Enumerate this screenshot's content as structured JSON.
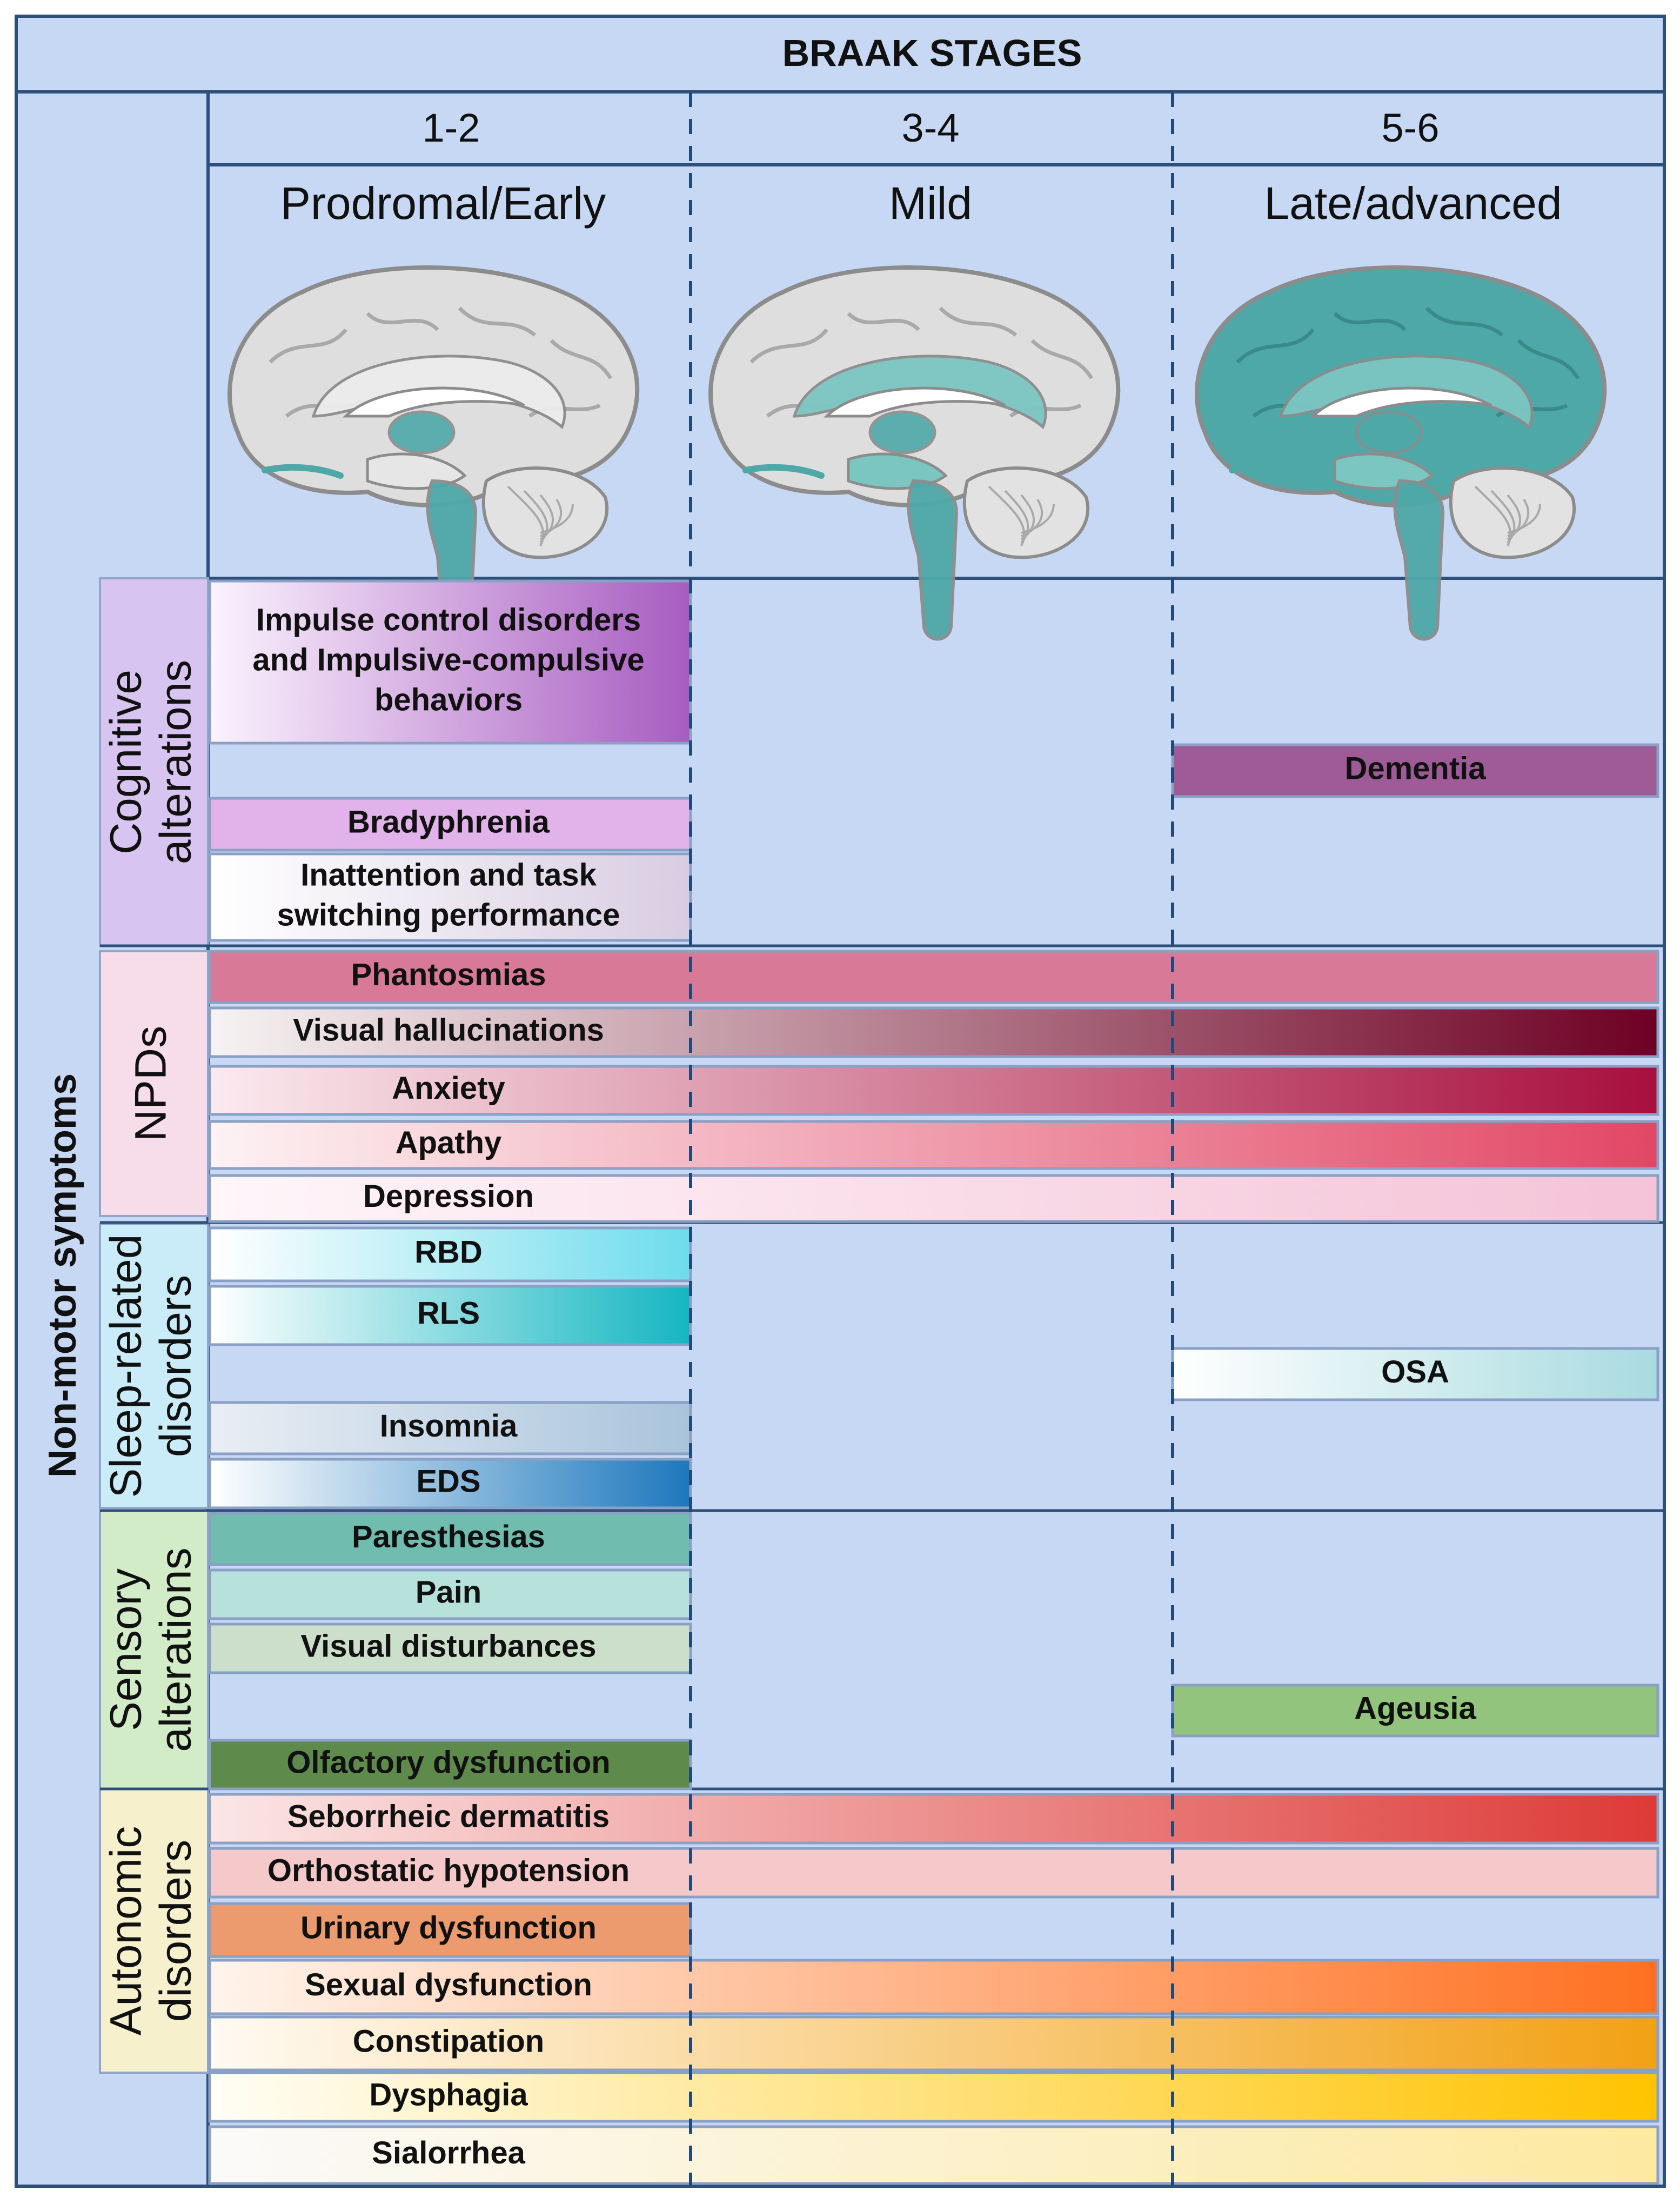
{
  "title": "BRAAK STAGES",
  "side_label": "Non-motor symptoms",
  "stages": [
    {
      "range": "1-2",
      "phase": "Prodromal/Early"
    },
    {
      "range": "3-4",
      "phase": "Mild"
    },
    {
      "range": "5-6",
      "phase": "Late/advanced"
    }
  ],
  "groups": [
    {
      "label_lines": [
        "Cognitive",
        "alterations"
      ],
      "color": "#d8c4f0"
    },
    {
      "label_lines": [
        "NPDs"
      ],
      "color": "#f6dde9"
    },
    {
      "label_lines": [
        "Sleep-related",
        "disorders"
      ],
      "color": "#c9ecf8"
    },
    {
      "label_lines": [
        "Sensory",
        "alterations"
      ],
      "color": "#d3ecc8"
    },
    {
      "label_lines": [
        "Autonomic",
        "disorders"
      ],
      "color": "#f6f1cc"
    }
  ],
  "symptoms": [
    {
      "label_lines": [
        "Impulse control   disorders",
        "and Impulsive-compulsive",
        "behaviors"
      ],
      "stages": "1-2",
      "color_start": "#fbf3fe",
      "color_end": "#a75cc0"
    },
    {
      "label_lines": [
        "Dementia"
      ],
      "stages": "5-6",
      "color_start": "#9e5b98",
      "color_end": "#9e5b98"
    },
    {
      "label_lines": [
        "Bradyphrenia"
      ],
      "stages": "1-2",
      "color_start": "#e2b2ea",
      "color_end": "#e2b2ea"
    },
    {
      "label_lines": [
        "Inattention and task",
        "switching performance"
      ],
      "stages": "1-2",
      "color_start": "#ffffff",
      "color_end": "#d8cde2"
    },
    {
      "label_lines": [
        "Phantosmias"
      ],
      "stages": "1-6",
      "color_start": "#d77997",
      "color_end": "#d77997"
    },
    {
      "label_lines": [
        "Visual hallucinations"
      ],
      "stages": "1-6",
      "color_start": "#f6f3f3",
      "color_end": "#6e0024"
    },
    {
      "label_lines": [
        "Anxiety"
      ],
      "stages": "1-6",
      "color_start": "#fbeaef",
      "color_end": "#a80f3e"
    },
    {
      "label_lines": [
        "Apathy"
      ],
      "stages": "1-6",
      "color_start": "#fdf2f4",
      "color_end": "#e24765"
    },
    {
      "label_lines": [
        "Depression"
      ],
      "stages": "1-6",
      "color_start": "#fff6fa",
      "color_end": "#f4c3d7"
    },
    {
      "label_lines": [
        "RBD"
      ],
      "stages": "1-2",
      "color_start": "#ffffff",
      "color_end": "#6edcec"
    },
    {
      "label_lines": [
        "RLS"
      ],
      "stages": "1-2",
      "color_start": "#ffffff",
      "color_end": "#14b6c1"
    },
    {
      "label_lines": [
        "OSA"
      ],
      "stages": "5-6",
      "color_start": "#ffffff",
      "color_end": "#a8dbe0"
    },
    {
      "label_lines": [
        "Insomnia"
      ],
      "stages": "1-2",
      "color_start": "#e9eef4",
      "color_end": "#a9c4dc"
    },
    {
      "label_lines": [
        "EDS"
      ],
      "stages": "1-2",
      "color_start": "#ffffff",
      "color_end": "#1d78be"
    },
    {
      "label_lines": [
        "Paresthesias"
      ],
      "stages": "1-2",
      "color_start": "#70bdb0",
      "color_end": "#70bdb0"
    },
    {
      "label_lines": [
        "Pain"
      ],
      "stages": "1-2",
      "color_start": "#b7e2dc",
      "color_end": "#b7e2dc"
    },
    {
      "label_lines": [
        "Visual disturbances"
      ],
      "stages": "1-2",
      "color_start": "#ccdfcb",
      "color_end": "#ccdfcb"
    },
    {
      "label_lines": [
        "Ageusia"
      ],
      "stages": "5-6",
      "color_start": "#93c47d",
      "color_end": "#93c47d"
    },
    {
      "label_lines": [
        "Olfactory dysfunction"
      ],
      "stages": "1-2",
      "color_start": "#5e8a4c",
      "color_end": "#5e8a4c"
    },
    {
      "label_lines": [
        "Seborrheic dermatitis"
      ],
      "stages": "1-6",
      "color_start": "#fbe6e6",
      "color_end": "#dd3a37"
    },
    {
      "label_lines": [
        "Orthostatic hypotension"
      ],
      "stages": "1-6",
      "color_start": "#f5c9c9",
      "color_end": "#f5c9c9"
    },
    {
      "label_lines": [
        "Urinary dysfunction"
      ],
      "stages": "1-2",
      "color_start": "#eb9b6e",
      "color_end": "#eb9b6e"
    },
    {
      "label_lines": [
        "Sexual dysfunction"
      ],
      "stages": "1-6",
      "color_start": "#fff4ec",
      "color_end": "#ff7020"
    },
    {
      "label_lines": [
        "Constipation"
      ],
      "stages": "1-6",
      "color_start": "#fffaf2",
      "color_end": "#f2a114"
    },
    {
      "label_lines": [
        "Dysphagia"
      ],
      "stages": "1-6",
      "color_start": "#fffef6",
      "color_end": "#ffc300"
    },
    {
      "label_lines": [
        "Sialorrhea"
      ],
      "stages": "1-6",
      "color_start": "#fbfafa",
      "color_end": "#fde9a0"
    }
  ],
  "colors": {
    "background": "#c6d8f4",
    "border": "#2d4f7a",
    "divider_dash": "#1f4a7a",
    "brain_tissue": "#dedede",
    "brain_outline": "#8c8c8c",
    "pathology": "#4ea8a8"
  },
  "brains": [
    {
      "stage": "1-2",
      "affected": [
        "brainstem",
        "olfactory",
        "thalamus"
      ]
    },
    {
      "stage": "3-4",
      "affected": [
        "brainstem",
        "olfactory",
        "thalamus",
        "midbrain",
        "mesocortex"
      ]
    },
    {
      "stage": "5-6",
      "affected": [
        "brainstem",
        "olfactory",
        "thalamus",
        "midbrain",
        "mesocortex",
        "neocortex"
      ]
    }
  ]
}
